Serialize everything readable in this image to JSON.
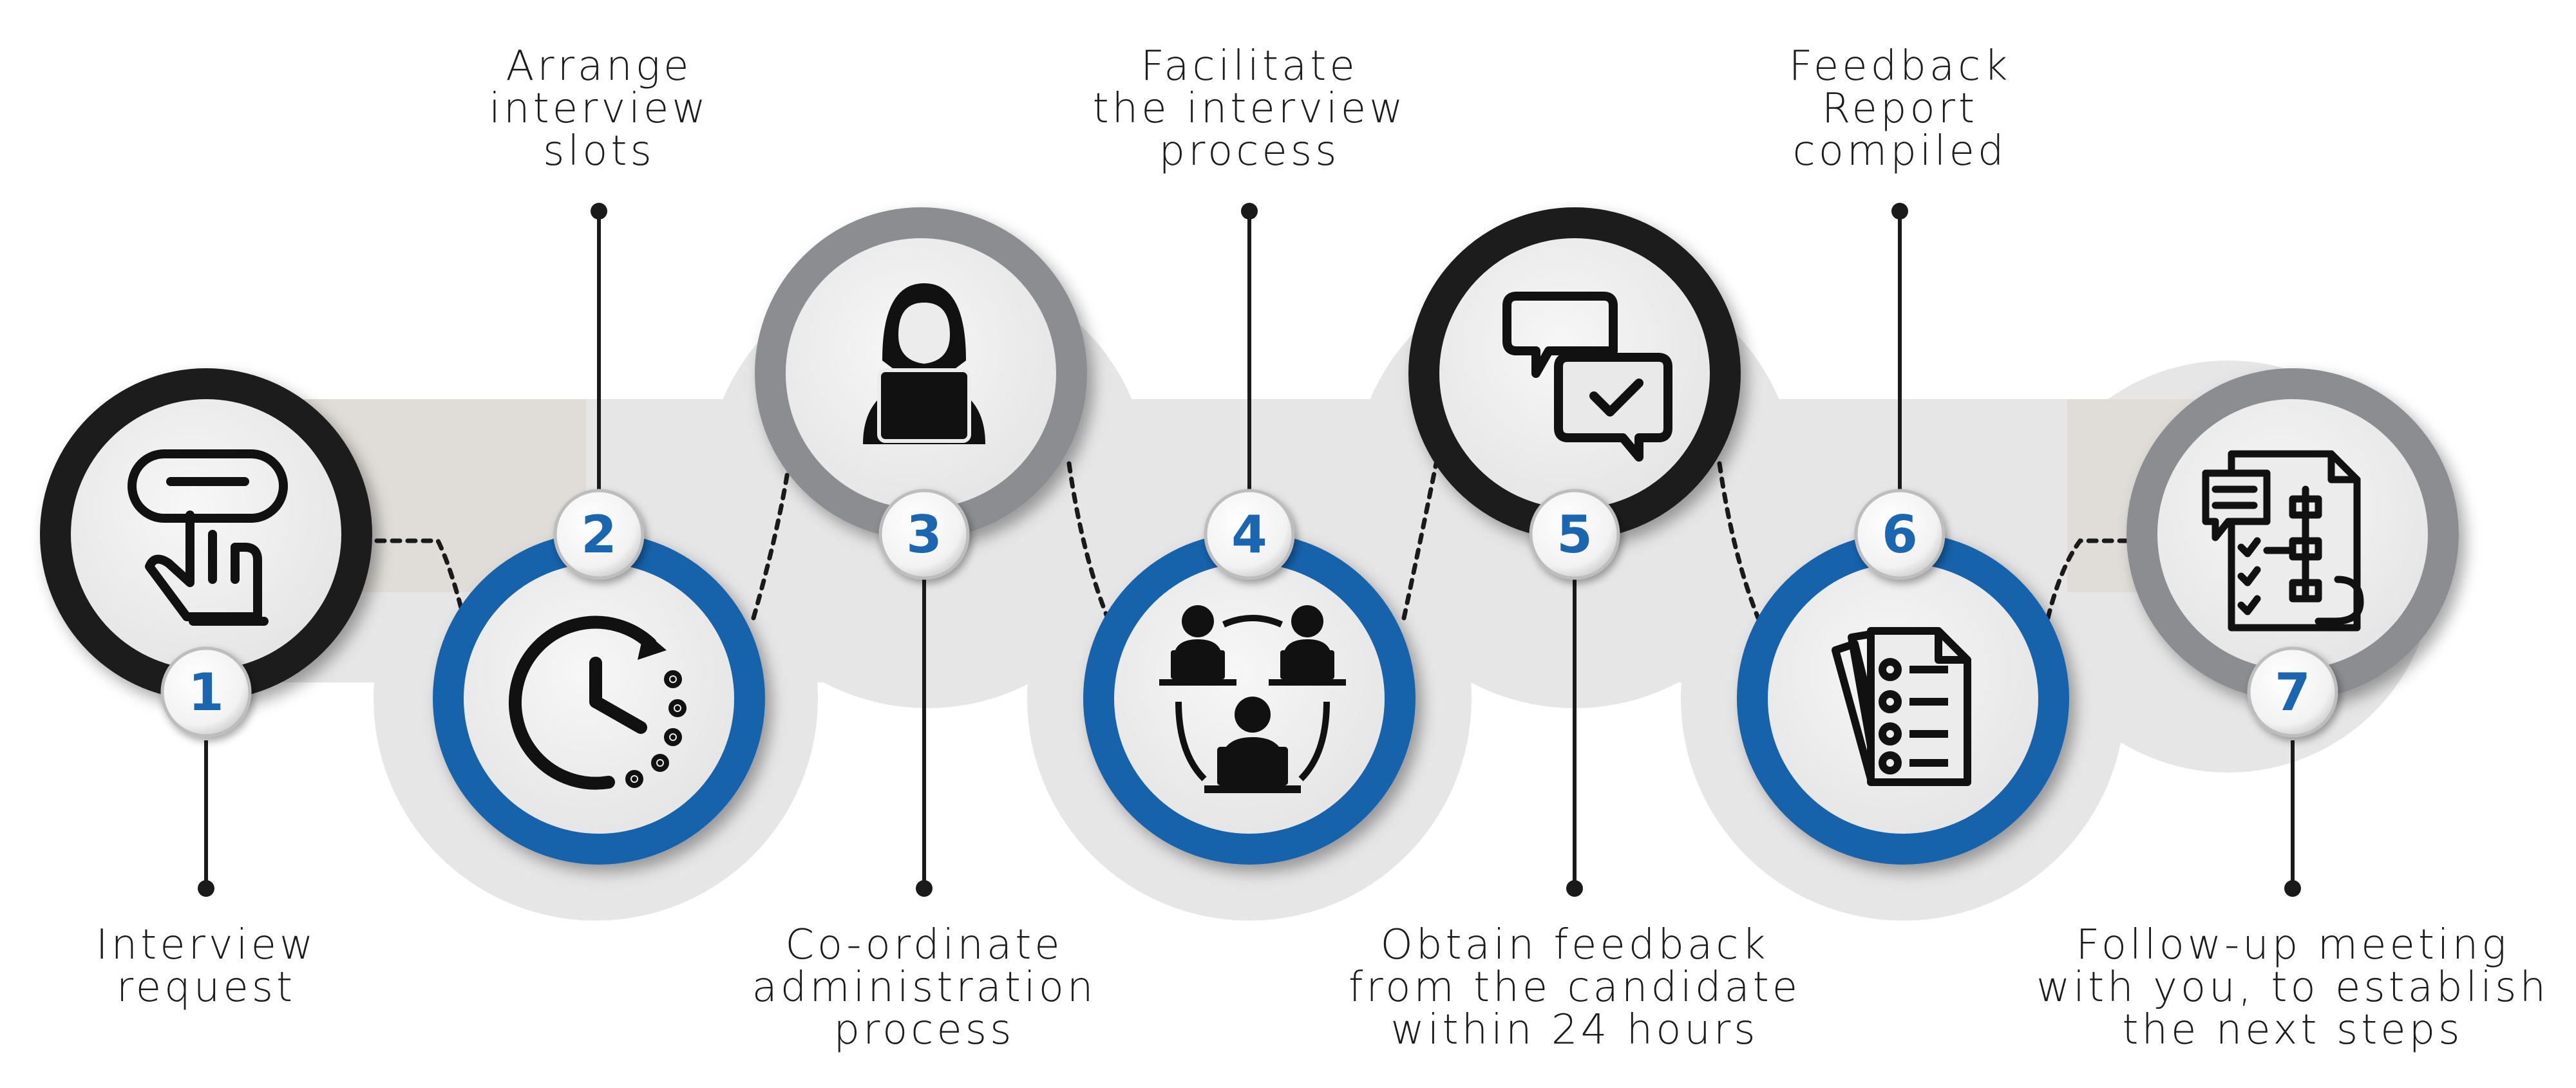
{
  "colors": {
    "black_ring": "#1f1c1d",
    "gray_ring": "#8c8d90",
    "blue_ring": "#1662ab",
    "badge_number": "#1a66b0",
    "band": "#e6e6e6",
    "icon": "#111111"
  },
  "steps": [
    {
      "number": "1",
      "label": "Interview\nrequest",
      "icon": "touch-button-icon",
      "ring": "black"
    },
    {
      "number": "2",
      "label": "Arrange\ninterview\nslots",
      "icon": "clock-icon",
      "ring": "blue"
    },
    {
      "number": "3",
      "label": "Co-ordinate\nadministration\nprocess",
      "icon": "laptop-user-icon",
      "ring": "gray"
    },
    {
      "number": "4",
      "label": "Facilitate\nthe interview\nprocess",
      "icon": "video-meeting-icon",
      "ring": "blue"
    },
    {
      "number": "5",
      "label": "Obtain feedback\nfrom the candidate\nwithin 24 hours",
      "icon": "chat-check-icon",
      "ring": "black"
    },
    {
      "number": "6",
      "label": "Feedback\nReport\ncompiled",
      "icon": "documents-icon",
      "ring": "blue"
    },
    {
      "number": "7",
      "label": "Follow-up meeting\nwith you, to establish\nthe next steps",
      "icon": "flowchart-checklist-icon",
      "ring": "gray"
    }
  ]
}
